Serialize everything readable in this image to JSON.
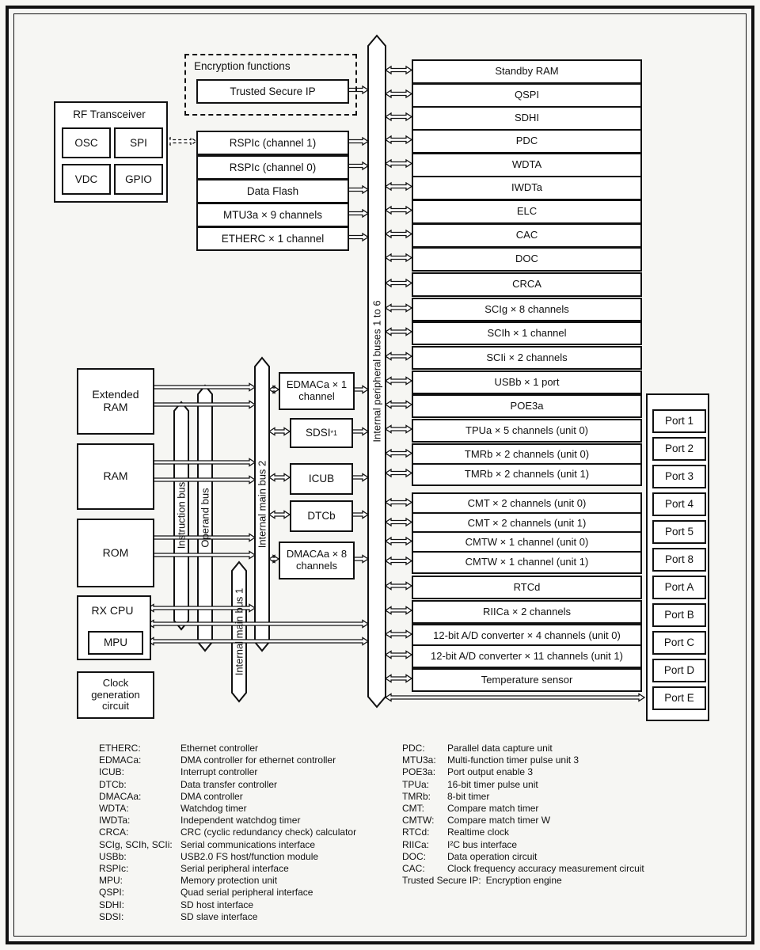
{
  "encryption": {
    "title": "Encryption functions",
    "chip": "Trusted Secure IP"
  },
  "rf": {
    "title": "RF Transceiver",
    "cells": [
      "OSC",
      "SPI",
      "VDC",
      "GPIO"
    ]
  },
  "left_stack": [
    "RSPIc (channel 1)",
    "RSPIc (channel 0)",
    "Data Flash",
    "MTU3a × 9 channels",
    "ETHERC × 1 channel"
  ],
  "buses": {
    "peripheral": "Internal peripheral buses 1 to 6",
    "instruction": "Instruction bus",
    "operand": "Operand bus",
    "main1": "Internal main bus 1",
    "main2": "Internal main bus 2"
  },
  "memory": {
    "extended_ram": "Extended RAM",
    "ram": "RAM",
    "rom": "ROM"
  },
  "cpu": {
    "label": "RX CPU",
    "mpu": "MPU"
  },
  "clock": "Clock generation circuit",
  "mid_stack": {
    "edmaca": "EDMACa × 1 channel",
    "sdsi": "SDSI",
    "sdsi_sup": "*1",
    "icub": "ICUB",
    "dtcb": "DTCb",
    "dmacaa": "DMACAa × 8 channels"
  },
  "right_column": [
    "Standby RAM",
    "QSPI",
    "SDHI",
    "PDC",
    "WDTA",
    "IWDTa",
    "ELC",
    "CAC",
    "DOC",
    "CRCA",
    "SCIg × 8 channels",
    "SCIh × 1 channel",
    "SCIi × 2 channels",
    "USBb × 1 port",
    "POE3a",
    "TPUa × 5 channels (unit 0)",
    "TMRb × 2 channels (unit 0)",
    "TMRb × 2 channels (unit 1)",
    "CMT × 2 channels (unit 0)",
    "CMT × 2 channels (unit 1)",
    "CMTW × 1 channel (unit 0)",
    "CMTW × 1 channel (unit 1)",
    "RTCd",
    "RIICa × 2 channels",
    "12-bit A/D converter × 4 channels (unit 0)",
    "12-bit A/D converter × 11 channels (unit 1)",
    "Temperature sensor"
  ],
  "ports": [
    "Port 1",
    "Port 2",
    "Port 3",
    "Port 4",
    "Port 5",
    "Port 8",
    "Port A",
    "Port B",
    "Port C",
    "Port D",
    "Port E"
  ],
  "legend_left": [
    {
      "term": "ETHERC:",
      "def": "Ethernet controller"
    },
    {
      "term": "EDMACa:",
      "def": "DMA controller for ethernet controller"
    },
    {
      "term": "ICUB:",
      "def": "Interrupt controller"
    },
    {
      "term": "DTCb:",
      "def": "Data transfer controller"
    },
    {
      "term": "DMACAa:",
      "def": "DMA controller"
    },
    {
      "term": "WDTA:",
      "def": "Watchdog timer"
    },
    {
      "term": "IWDTa:",
      "def": "Independent watchdog timer"
    },
    {
      "term": "CRCA:",
      "def": "CRC (cyclic redundancy check) calculator"
    },
    {
      "term": "SCIg, SCIh, SCIi:",
      "def": "Serial communications interface"
    },
    {
      "term": "USBb:",
      "def": "USB2.0 FS host/function module"
    },
    {
      "term": "RSPIc:",
      "def": "Serial peripheral interface"
    },
    {
      "term": "MPU:",
      "def": "Memory protection unit"
    },
    {
      "term": "QSPI:",
      "def": "Quad serial peripheral interface"
    },
    {
      "term": "SDHI:",
      "def": "SD host interface"
    },
    {
      "term": "SDSI:",
      "def": "SD slave interface"
    }
  ],
  "legend_right": [
    {
      "term": "PDC:",
      "def": "Parallel data capture unit"
    },
    {
      "term": "MTU3a:",
      "def": "Multi-function timer pulse unit 3"
    },
    {
      "term": "POE3a:",
      "def": "Port output enable 3"
    },
    {
      "term": "TPUa:",
      "def": "16-bit timer pulse unit"
    },
    {
      "term": "TMRb:",
      "def": "8-bit timer"
    },
    {
      "term": "CMT:",
      "def": "Compare match timer"
    },
    {
      "term": "CMTW:",
      "def": "Compare match timer W"
    },
    {
      "term": "RTCd:",
      "def": "Realtime clock"
    },
    {
      "term": "RIICa:",
      "def": "I²C bus interface"
    },
    {
      "term": "DOC:",
      "def": "Data operation circuit"
    },
    {
      "term": "CAC:",
      "def": "Clock frequency accuracy measurement circuit"
    },
    {
      "term": "Trusted Secure IP:",
      "def": "Encryption engine"
    }
  ]
}
